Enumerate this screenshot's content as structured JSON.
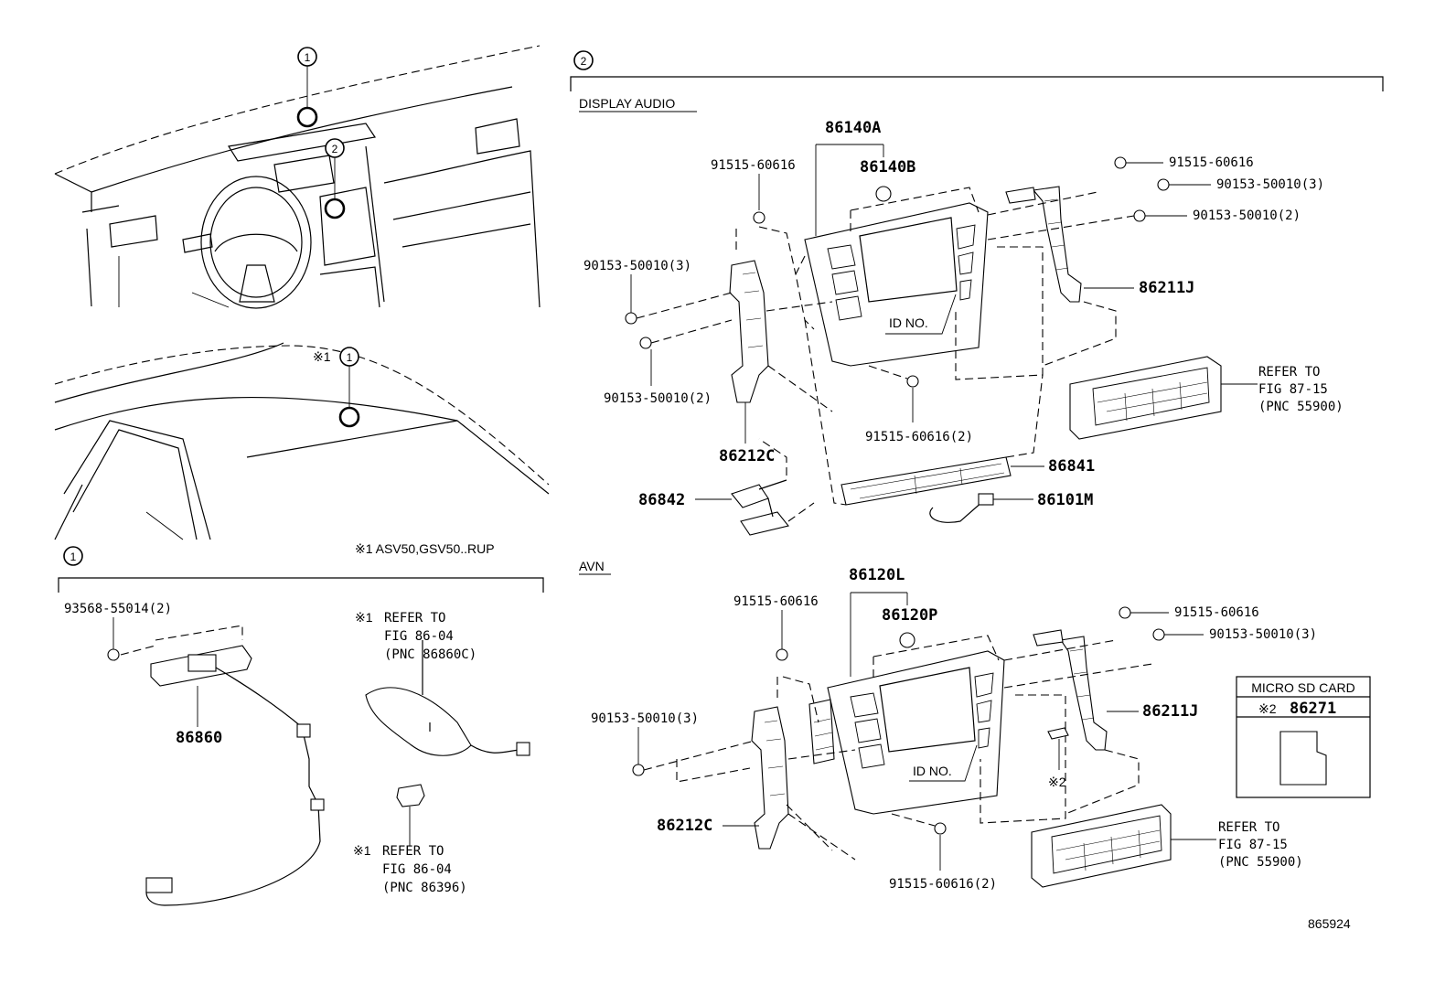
{
  "diagram_id": "865924",
  "callouts": {
    "one": "1",
    "two": "2"
  },
  "note_mark": "※1",
  "note_mark2": "※2",
  "footnote": "※1 ASV50,GSV50..RUP",
  "section1": {
    "bolt": "93568-55014(2)",
    "module": "86860",
    "antenna_ref": [
      "REFER TO",
      "FIG 86-04",
      "(PNC 86860C)"
    ],
    "pad_ref": [
      "REFER TO",
      "FIG 86-04",
      "(PNC 86396)"
    ]
  },
  "display_audio": {
    "title": "DISPLAY AUDIO",
    "main": "86140A",
    "knob": "86140B",
    "screw_left_top": "91515-60616",
    "screw_right_top": "91515-60616",
    "bolt_right1": "90153-50010(3)",
    "bolt_right2": "90153-50010(2)",
    "bolt_left1": "90153-50010(3)",
    "bolt_left2": "90153-50010(2)",
    "bracket_right": "86211J",
    "bracket_left": "86212C",
    "id_no": "ID NO.",
    "screw_bottom": "91515-60616(2)",
    "amp": "86841",
    "harness": "86842",
    "cable": "86101M",
    "refer": [
      "REFER TO",
      "FIG 87-15",
      "(PNC 55900)"
    ]
  },
  "avn": {
    "title": "AVN",
    "main": "86120L",
    "knob": "86120P",
    "screw_left_top": "91515-60616",
    "screw_right_top": "91515-60616",
    "bolt_right": "90153-50010(3)",
    "bolt_left": "90153-50010(3)",
    "bracket_right": "86211J",
    "bracket_left": "86212C",
    "id_no": "ID NO.",
    "screw_bottom": "91515-60616(2)",
    "refer": [
      "REFER TO",
      "FIG 87-15",
      "(PNC 55900)"
    ]
  },
  "sd_card": {
    "title": "MICRO SD CARD",
    "part": "86271"
  }
}
